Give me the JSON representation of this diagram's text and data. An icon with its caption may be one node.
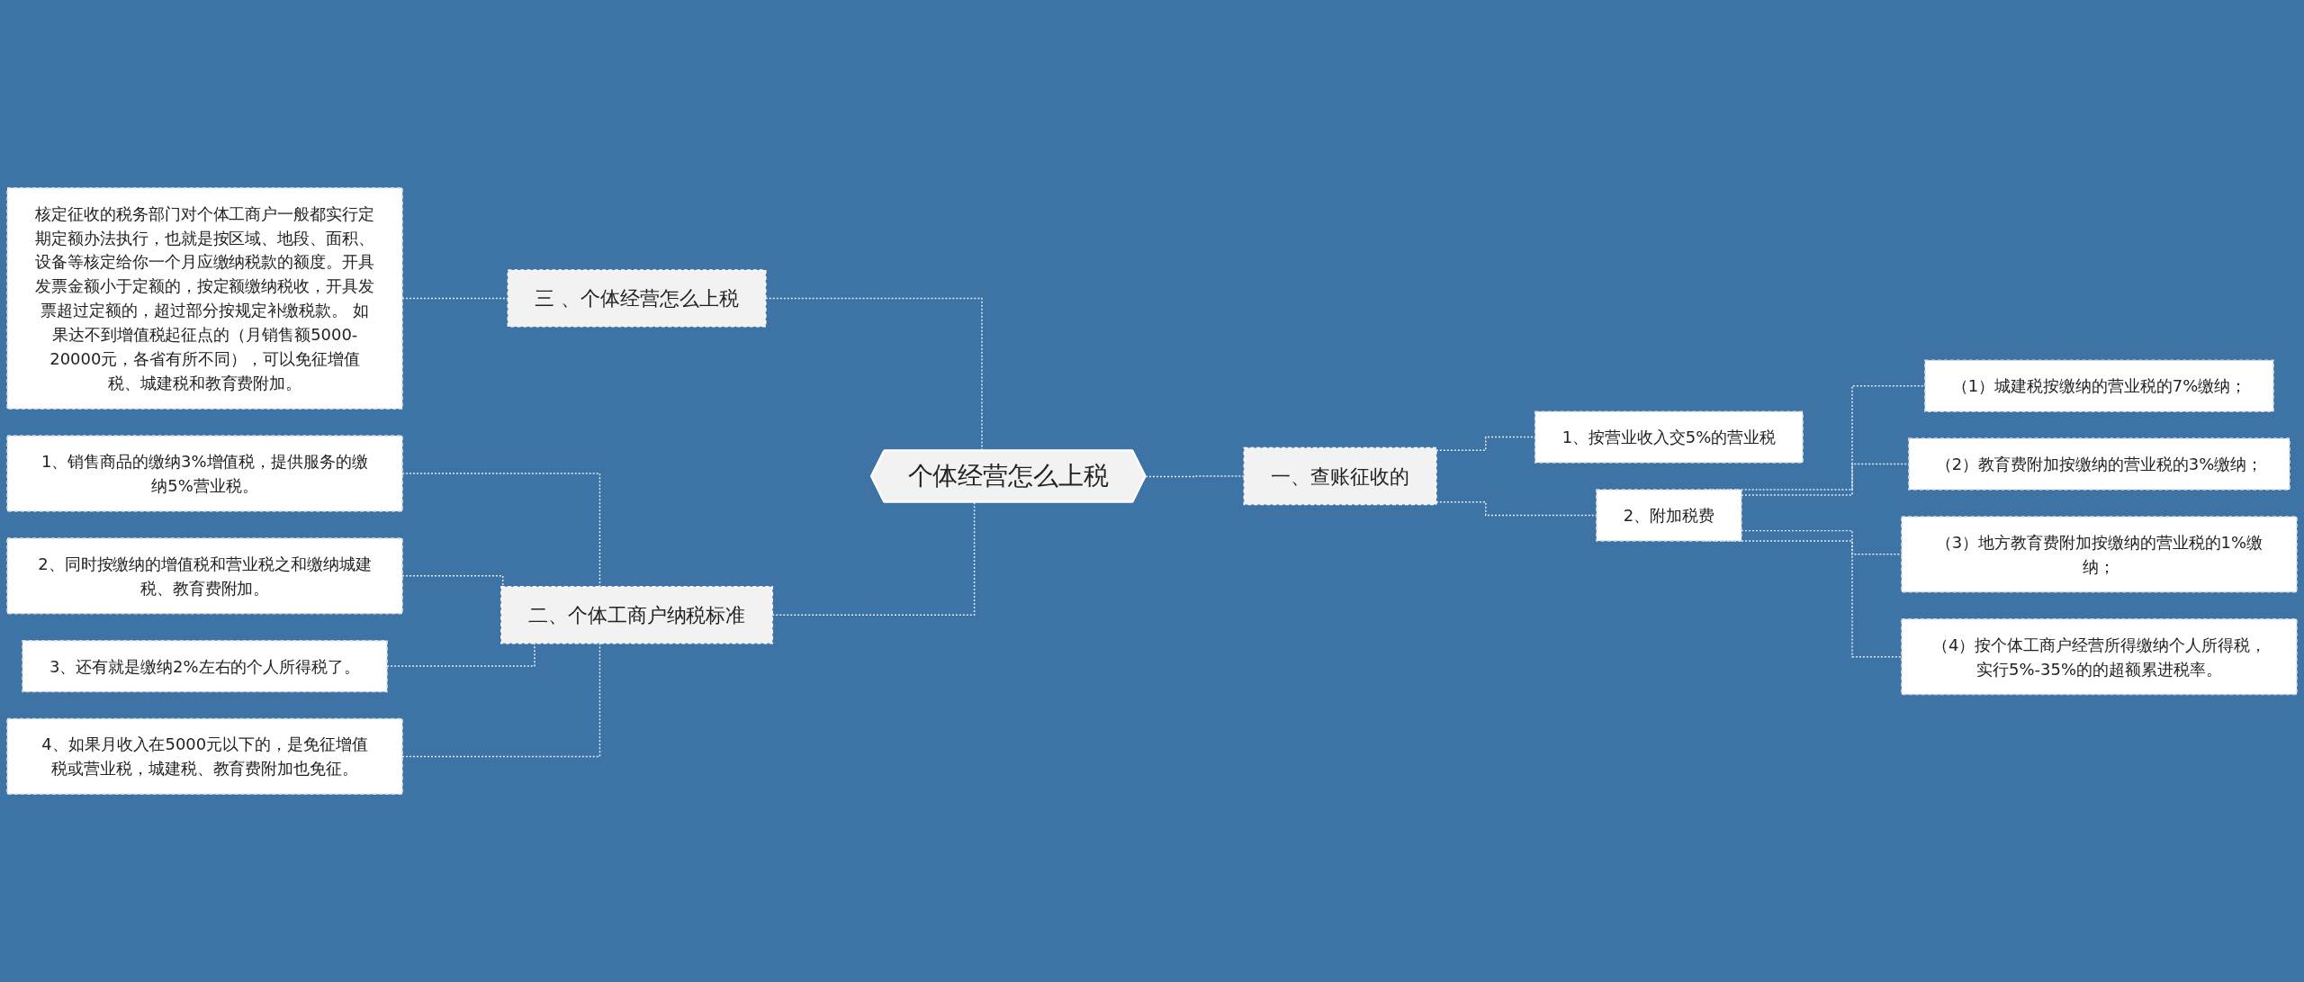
{
  "diagram": {
    "nodes": [
      {
        "text": [
          "个体经营怎么上税"
        ]
      },
      {
        "text": [
          "一、查账征收的"
        ]
      },
      {
        "text": [
          "1、按营业收入交5%的营业税"
        ]
      },
      {
        "text": [
          "2、附加税费"
        ]
      },
      {
        "text": [
          "（1）城建税按缴纳的营业税的7%缴纳；"
        ]
      },
      {
        "text": [
          "（2）教育费附加按缴纳的营业税的3%缴纳；"
        ]
      },
      {
        "text": [
          "（3）地方教育费附加按缴纳的营业税的1%缴纳；"
        ]
      },
      {
        "text": [
          "（4）按个体工商户经营所得缴纳个人所得税，实行5%-35%的的超额累进税率。"
        ]
      },
      {
        "text": [
          "三 、个体经营怎么上税"
        ]
      },
      {
        "text": [
          "核定征收的税务部门对个体工商户一般都实行定期定额办法执行，也就是按区域、地段、面积、设备等核定给你一个月应缴纳税款的额度。开具发票金额小于定额的，按定额缴纳税收，开具发票超过定额的，超过部分按规定补缴税款。 如果达不到增值税起征点的（月销售额5000-20000元，各省有所不同），可以免征增值税、城建税和教育费附加。"
        ]
      },
      {
        "text": [
          "二、个体工商户纳税标准"
        ]
      },
      {
        "text": [
          "1、销售商品的缴纳3%增值税，提供服务的缴纳5%营业税。"
        ]
      },
      {
        "text": [
          "2、同时按缴纳的增值税和营业税之和缴纳城建税、教育费附加。"
        ]
      },
      {
        "text": [
          "3、还有就是缴纳2%左右的个人所得税了。"
        ]
      },
      {
        "text": [
          "4、如果月收入在5000元以下的，是免征增值税或营业税，城建税、教育费附加也免征。"
        ]
      }
    ],
    "edges": [
      {
        "from": 0,
        "to": 1,
        "arrow": "none",
        "style": "dashed"
      },
      {
        "from": 1,
        "to": 2,
        "arrow": "none",
        "style": "dashed"
      },
      {
        "from": 1,
        "to": 3,
        "arrow": "none",
        "style": "dashed"
      },
      {
        "from": 3,
        "to": 4,
        "arrow": "none",
        "style": "dashed"
      },
      {
        "from": 3,
        "to": 5,
        "arrow": "none",
        "style": "dashed"
      },
      {
        "from": 3,
        "to": 6,
        "arrow": "none",
        "style": "dashed"
      },
      {
        "from": 3,
        "to": 7,
        "arrow": "none",
        "style": "dashed"
      },
      {
        "from": 0,
        "to": 8,
        "arrow": "none",
        "style": "dashed"
      },
      {
        "from": 8,
        "to": 9,
        "arrow": "none",
        "style": "dashed"
      },
      {
        "from": 0,
        "to": 10,
        "arrow": "none",
        "style": "dashed"
      },
      {
        "from": 10,
        "to": 11,
        "arrow": "none",
        "style": "dashed"
      },
      {
        "from": 10,
        "to": 12,
        "arrow": "none",
        "style": "dashed"
      },
      {
        "from": 10,
        "to": 13,
        "arrow": "none",
        "style": "dashed"
      },
      {
        "from": 10,
        "to": 14,
        "arrow": "none",
        "style": "dashed"
      }
    ]
  }
}
